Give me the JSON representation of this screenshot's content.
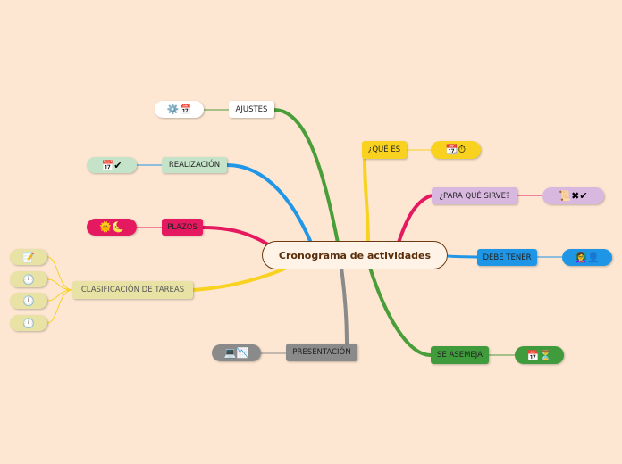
{
  "center": {
    "title": "Cronograma de actividades"
  },
  "branches": {
    "ajustes": {
      "label": "AJUSTES",
      "color": "#ffffff",
      "line": "#4a9e3a",
      "icons": "⚙️📅"
    },
    "realizacion": {
      "label": "REALIZACIÓN",
      "color": "#c5e3c9",
      "line": "#2196e6",
      "icons": "📅✔"
    },
    "plazos": {
      "label": "PLAZOS",
      "color": "#e5195f",
      "line": "#e5195f",
      "icons": "🌞🌜"
    },
    "clasificacion": {
      "label": "CLASIFICACIÓN DE TAREAS",
      "color": "#e8e3a4",
      "line": "#f8d21e",
      "leaves": [
        "📝",
        "🕐",
        "🕛",
        "🕐"
      ]
    },
    "que_es": {
      "label": "¿QUÉ ES",
      "color": "#f8d21e",
      "line": "#f8d21e",
      "icons": "📆⏱"
    },
    "para_que": {
      "label": "¿PARA QUÉ SIRVE?",
      "color": "#d9b8e0",
      "line": "#e5195f",
      "icons": "📜✖✔"
    },
    "debe_tener": {
      "label": "DEBE TENER",
      "color": "#1e96e5",
      "line": "#2196e6",
      "icons": "👩‍🏫👤"
    },
    "se_asemeja": {
      "label": "SE ASEMEJA",
      "color": "#3f9b3b",
      "line": "#4a9e3a",
      "icons": "📅⏳"
    },
    "presentacion": {
      "label": "PRESENTACIÓN",
      "color": "#8a8a8a",
      "line": "#8a8a8a",
      "icons": "💻📉"
    }
  }
}
